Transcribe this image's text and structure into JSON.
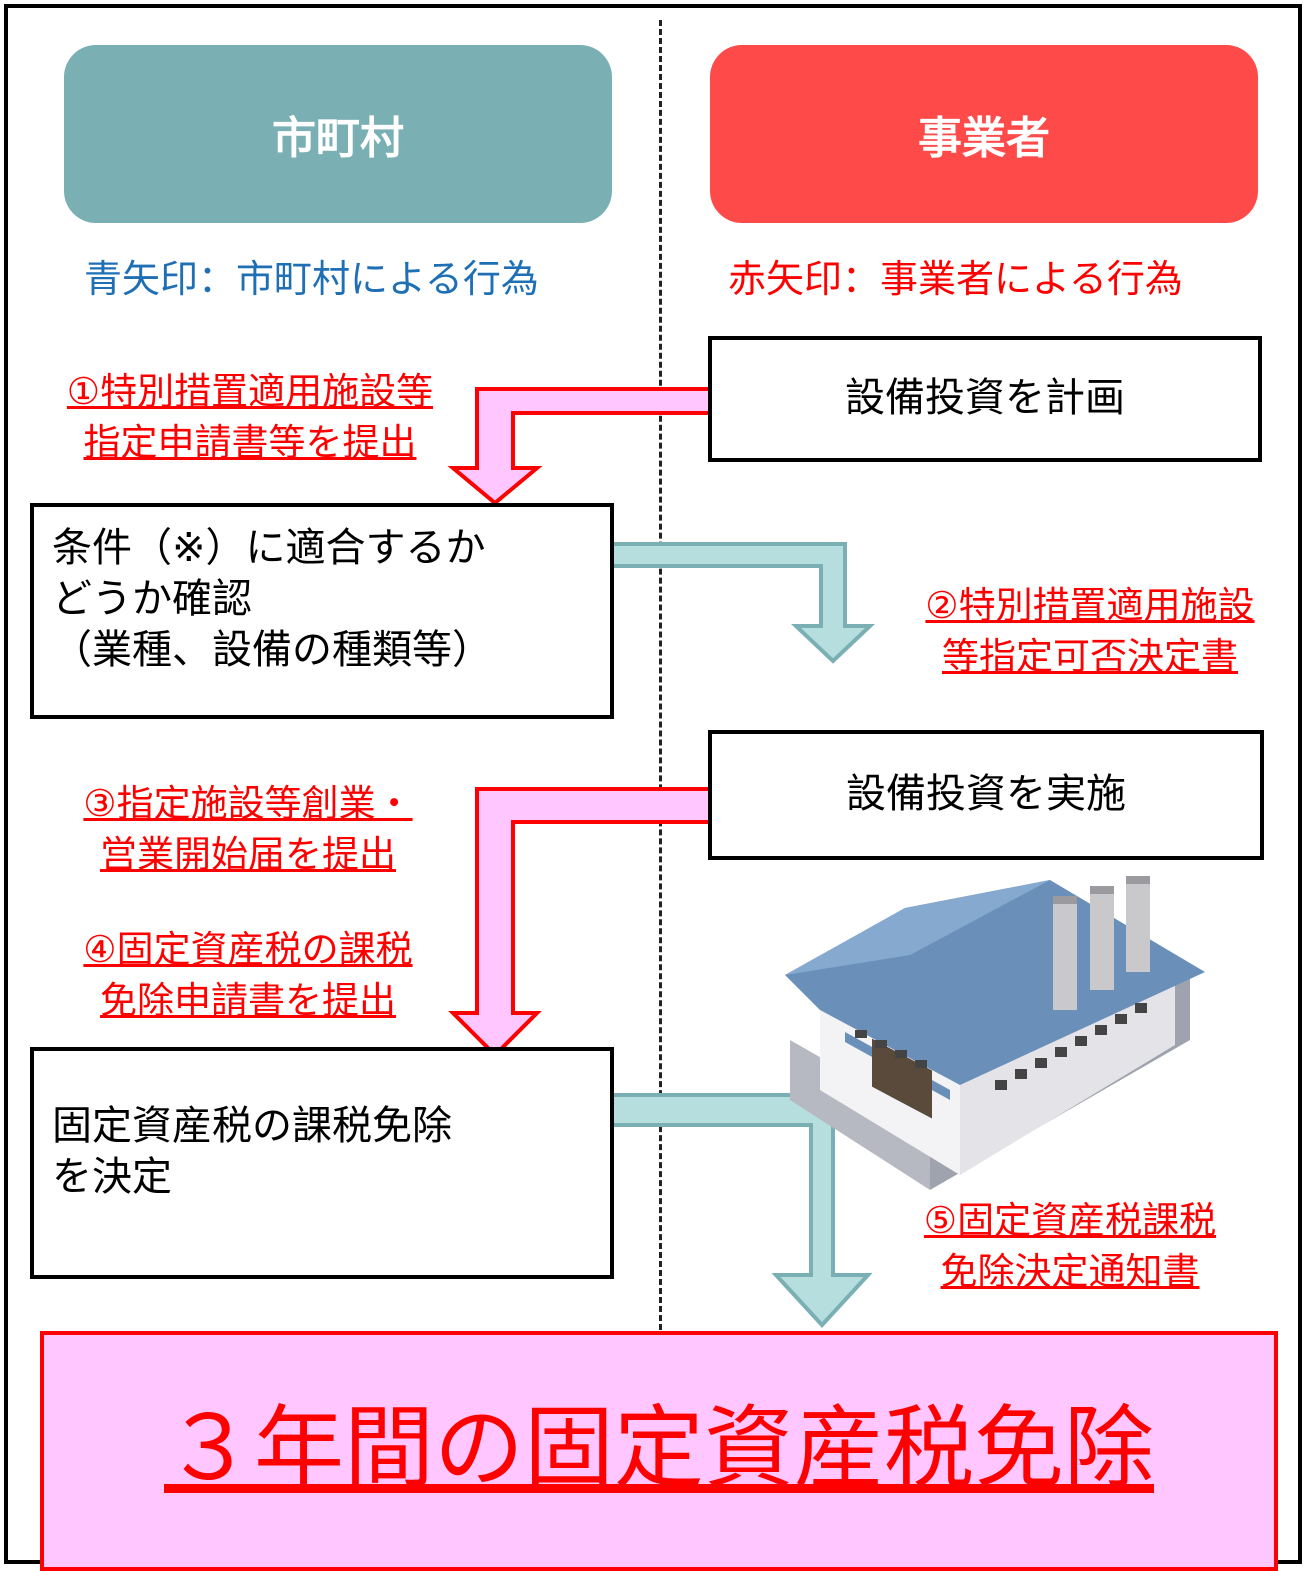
{
  "columns": {
    "left": {
      "title": "市町村",
      "legend": "青矢印：市町村による行為",
      "color": "#7ab0b4"
    },
    "right": {
      "title": "事業者",
      "legend": "赤矢印：事業者による行為",
      "color": "#ff4a4a"
    }
  },
  "boxes": {
    "plan": "設備投資を計画",
    "check": [
      "条件（※）に適合するか",
      "どうか確認",
      "（業種、設備の種類等）"
    ],
    "implement": "設備投資を実施",
    "decide": [
      "固定資産税の課税免除",
      "を決定"
    ]
  },
  "steps": {
    "step1": [
      "①特別措置適用施設等",
      "指定申請書等を提出"
    ],
    "step2": [
      "②特別措置適用施設",
      "等指定可否決定書"
    ],
    "step3": [
      "③指定施設等創業・",
      "営業開始届を提出"
    ],
    "step4": [
      "④固定資産税の課税",
      "免除申請書を提出"
    ],
    "step5": [
      "⑤固定資産税課税",
      "免除決定通知書"
    ]
  },
  "result": "３年間の固定資産税免除",
  "colors": {
    "red_arrow_fill": "#ffc6ff",
    "red_arrow_stroke": "#ff0000",
    "blue_arrow_fill": "#b7dede",
    "blue_arrow_stroke": "#7ab0b4"
  }
}
